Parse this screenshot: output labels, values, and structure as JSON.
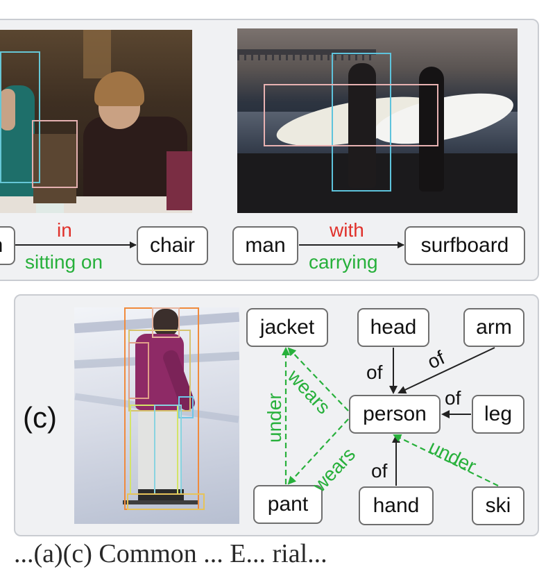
{
  "panel_b": {
    "left_nodes": {
      "subject_partial": "n",
      "object": "chair"
    },
    "left_relations": {
      "pred": "in",
      "gt": "sitting on"
    },
    "right_nodes": {
      "subject": "man",
      "object": "surfboard"
    },
    "right_relations": {
      "pred": "with",
      "gt": "carrying"
    }
  },
  "panel_c": {
    "label": "(c)",
    "nodes": {
      "jacket": "jacket",
      "head": "head",
      "arm": "arm",
      "person": "person",
      "leg": "leg",
      "pant": "pant",
      "hand": "hand",
      "ski": "ski"
    },
    "edges": {
      "head_person": "of",
      "arm_person": "of",
      "leg_person": "of",
      "hand_person": "of",
      "person_jacket": "wears",
      "person_pant": "wears",
      "pant_jacket": "under",
      "ski_person": "under"
    }
  },
  "bottom_text": "...(a)(c) Common ... E... rial..."
}
